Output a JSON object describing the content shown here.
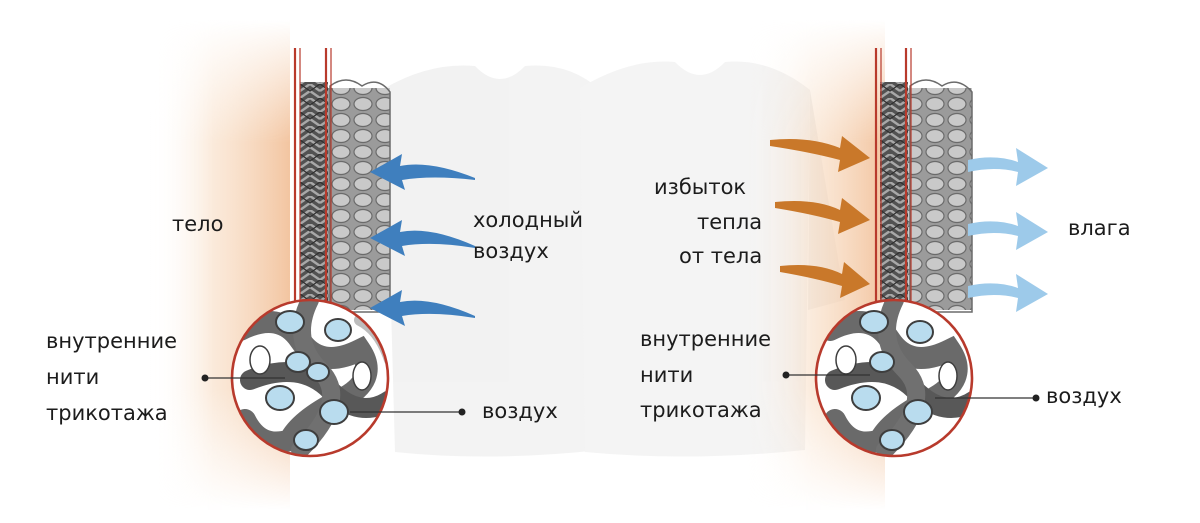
{
  "left_panel": {
    "body_label": "тело",
    "cold_air_label": [
      "холодный",
      "воздух"
    ],
    "inner_threads_label": [
      "внутренние",
      "нити",
      "трикотажа"
    ],
    "air_label": "воздух"
  },
  "right_panel": {
    "excess_heat_label": [
      "избыток",
      "тепла",
      "от тела"
    ],
    "moisture_label": "влага",
    "inner_threads_label": [
      "внутренние",
      "нити",
      "трикотажа"
    ],
    "air_label": "воздух"
  },
  "colors": {
    "body_heat_glow": "#f5c9a3",
    "cold_air_arrow": "#3f7fbe",
    "heat_arrow": "#c9782a",
    "moisture_arrow": "#9dcaea",
    "fabric_layer": "#5e5e5e",
    "inner_thread": "#6a6a6a",
    "air_pocket": "#b9dcee",
    "magnifier_ring": "#b83a2c",
    "garment_silhouette": "#f1f1f1"
  },
  "icons": [
    "cold-air-arrow",
    "heat-arrow",
    "moisture-arrow",
    "magnifier-circle",
    "pointer-dot"
  ]
}
